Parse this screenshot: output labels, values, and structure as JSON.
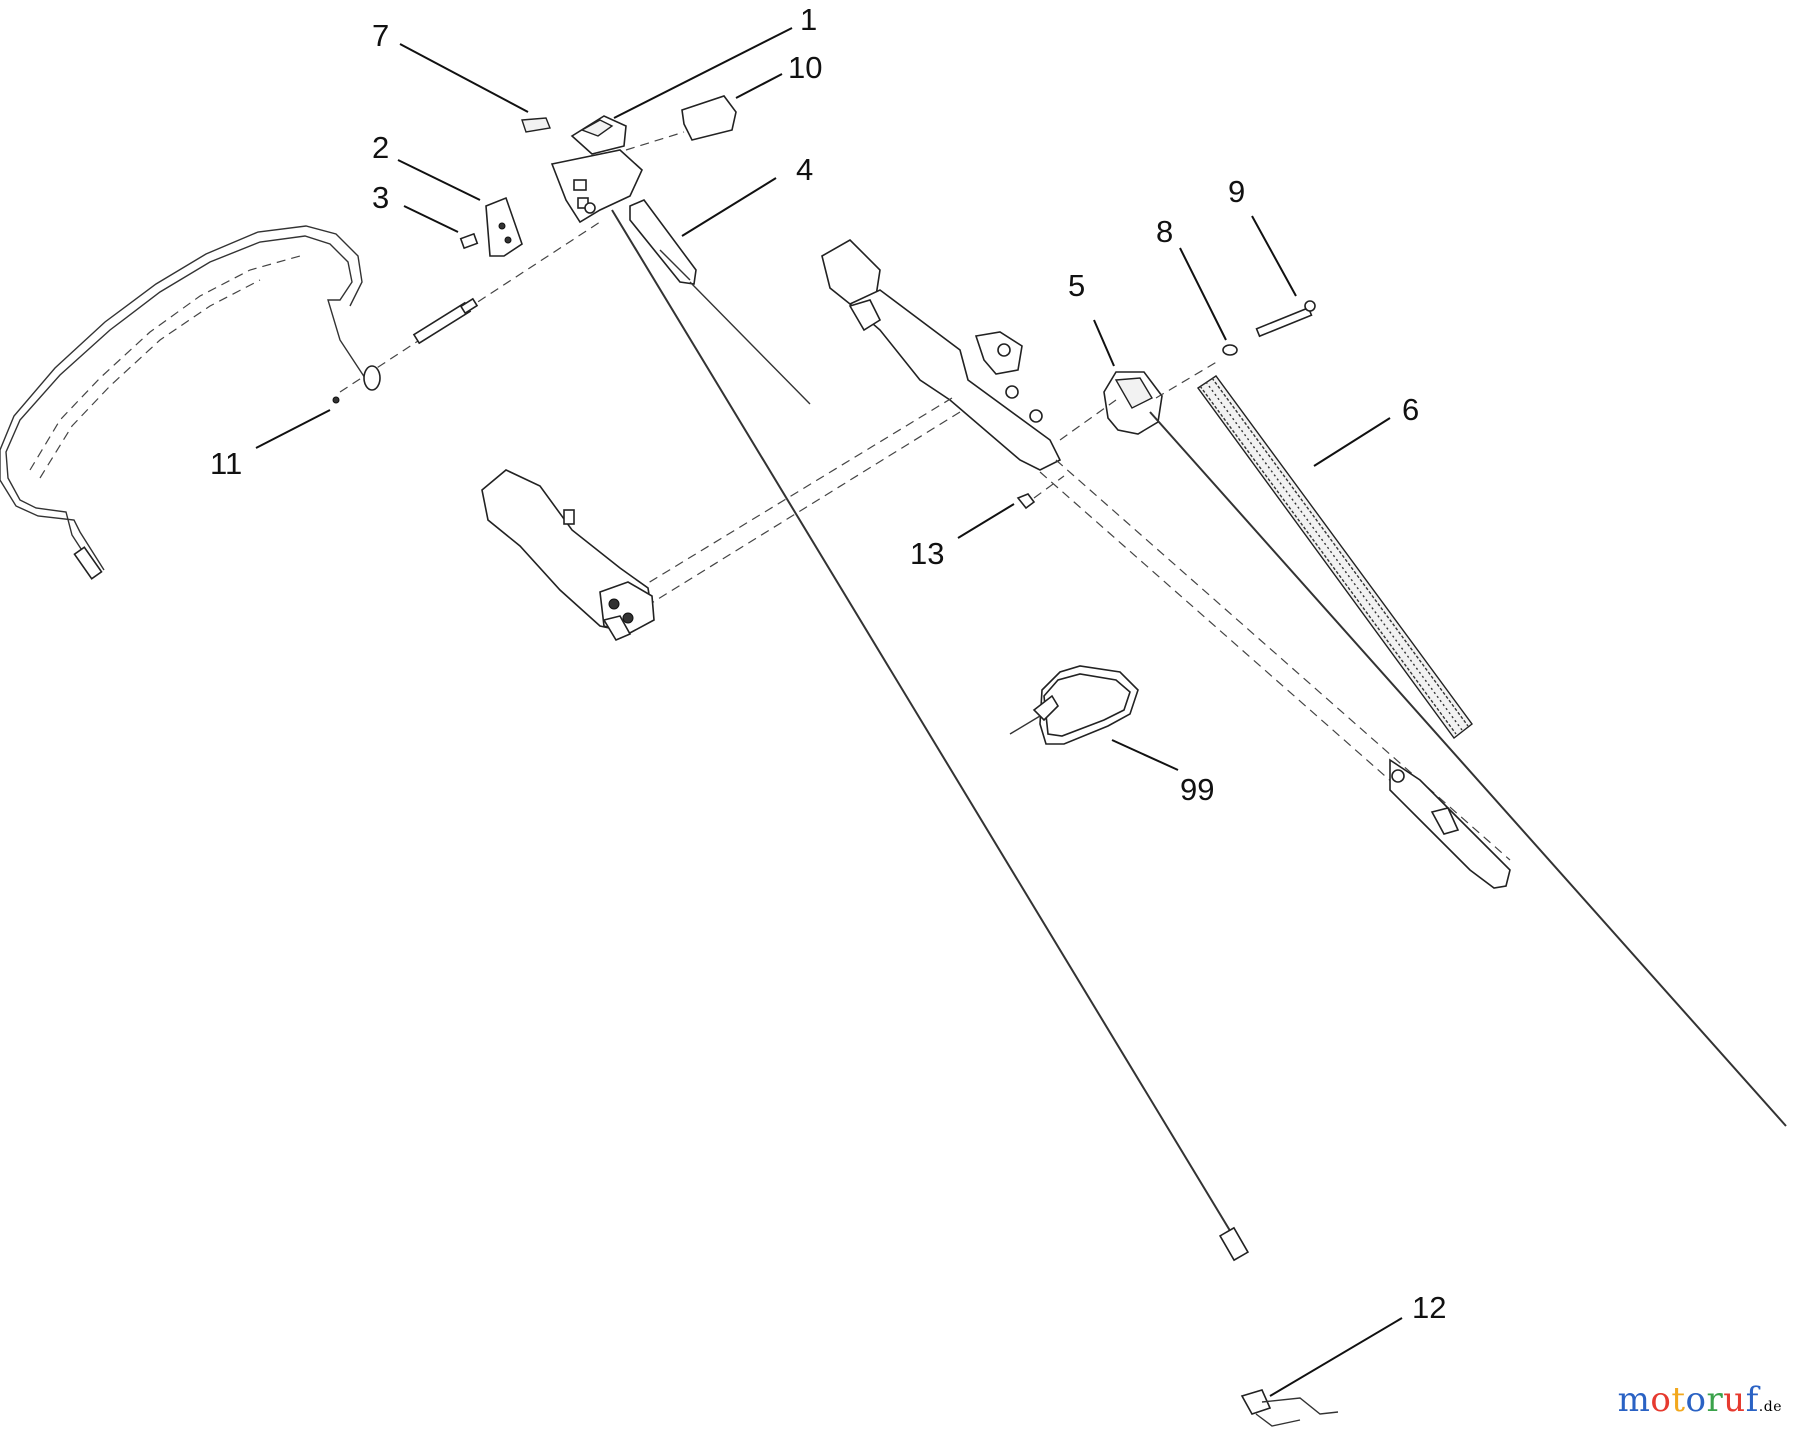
{
  "diagram": {
    "callouts": [
      "1",
      "2",
      "3",
      "4",
      "5",
      "6",
      "7",
      "8",
      "9",
      "10",
      "11",
      "12",
      "13",
      "99"
    ]
  },
  "watermark": {
    "text": "motoruf",
    "suffix": ".de",
    "colors": [
      "#2a62c4",
      "#e63a2f",
      "#f2a81e",
      "#2a62c4",
      "#3aa24a",
      "#e63a2f",
      "#2a62c4"
    ]
  }
}
